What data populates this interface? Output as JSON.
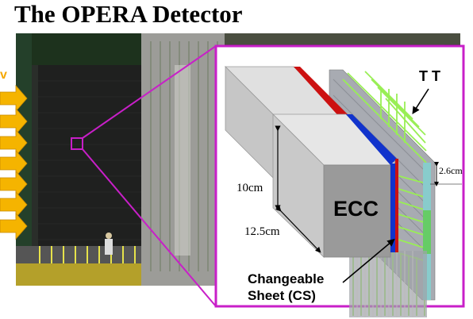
{
  "title": "The OPERA Detector",
  "beam_letter": "v",
  "labels": {
    "tt": "T T",
    "ecc": "ECC",
    "height": "10cm",
    "width": "12.5cm",
    "gap": "2.6cm",
    "cs_line1": "Changeable",
    "cs_line2": "Sheet (CS)"
  },
  "colors": {
    "zoom_frame": "#c81fc8",
    "beam_arrows": "#f5b400",
    "brick_red_sheet": "#cc1111",
    "brick_blue_sheet": "#1133cc",
    "tracker_strips": "#99ee55",
    "tracker_cyan": "#88cccc"
  }
}
